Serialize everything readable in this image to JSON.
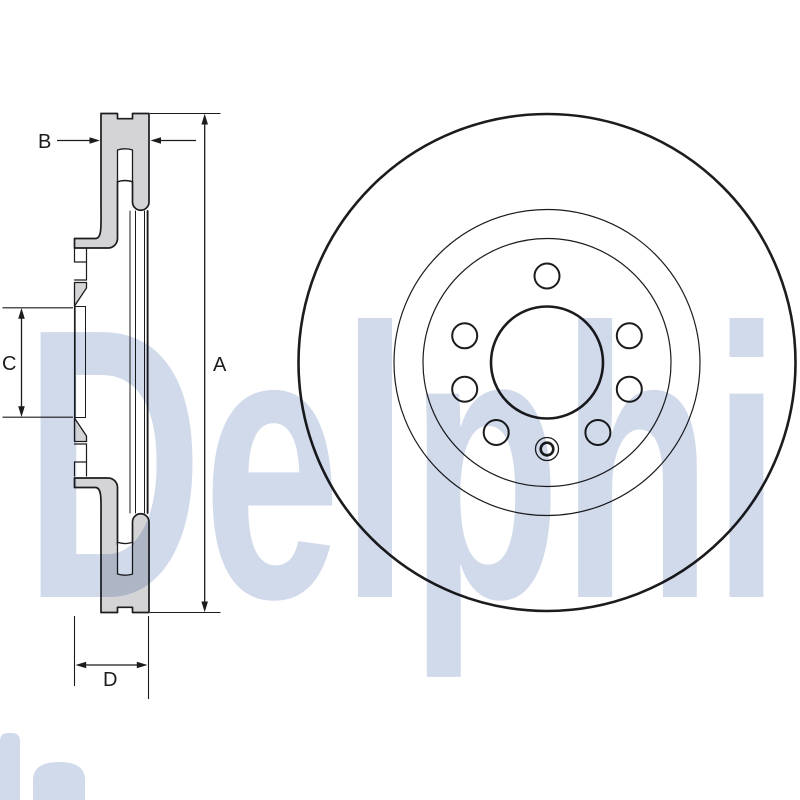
{
  "page": {
    "background": "#ffffff"
  },
  "watermark": {
    "text": "Delphi",
    "color": "#cdd7ea"
  },
  "drawing": {
    "type": "brake-disc-technical-drawing",
    "colors": {
      "line": "#1c1c1e",
      "section_fill": "#d4d4d6",
      "background": "#ffffff"
    },
    "dimension_labels": {
      "a": "A",
      "b": "B",
      "c": "C",
      "d": "D"
    },
    "face_view": {
      "bolt_hole_count": 7,
      "locating_pin_hole_count": 1,
      "concentric_circle_count": 4
    }
  }
}
